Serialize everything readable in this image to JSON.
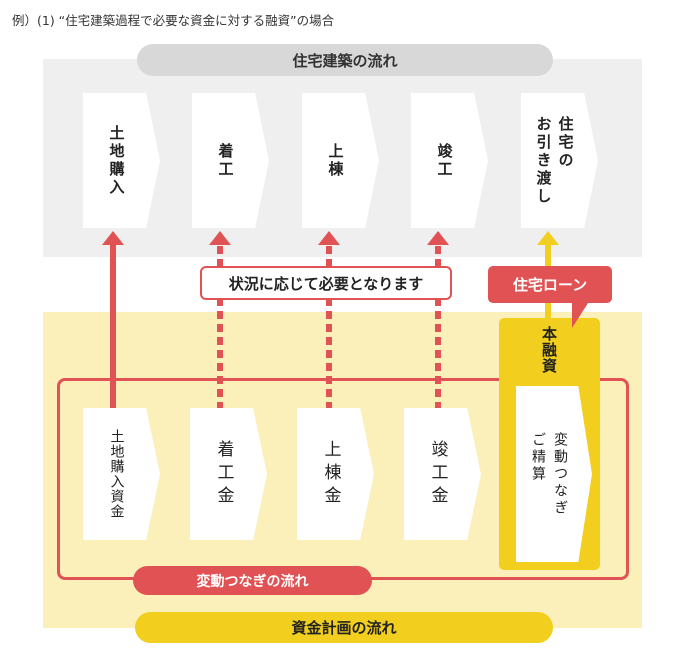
{
  "caption": "例）(1) “住宅建築過程で必要な資金に対する融資”の場合",
  "housing_flow": {
    "title": "住宅建築の流れ",
    "steps": [
      "土地購入",
      "着工",
      "上棟",
      "竣工",
      "住宅の\nお引き渡し"
    ]
  },
  "note": "状況に応じて必要となります",
  "loan_label": "住宅ローン",
  "main_loan": {
    "label": "本融資",
    "step": "変動つなぎ\nご精算"
  },
  "bridge_flow": {
    "title": "変動つなぎの流れ",
    "steps": [
      "土地購入資金",
      "着工金",
      "上棟金",
      "竣工金"
    ]
  },
  "funding_flow": {
    "title": "資金計画の流れ"
  },
  "colors": {
    "red": "#e05253",
    "yellow": "#f2cf1f",
    "gray": "#efefef",
    "light_yellow": "#fbf0b9"
  }
}
